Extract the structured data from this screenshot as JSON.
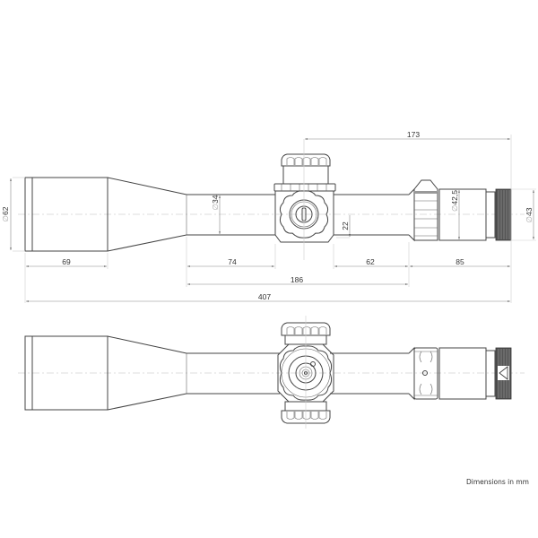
{
  "drawing": {
    "title": "Riflescope dimensional drawing",
    "views": [
      "side-view-top",
      "side-view-bottom"
    ],
    "note": "Dimensions in mm"
  },
  "dimensions": {
    "objective_diameter": "62",
    "tube_diameter": "34",
    "turret_offset": "22",
    "eyepiece_diameter": "42,5",
    "ocular_diameter": "43",
    "objective_length": "69",
    "tube_front_length": "74",
    "tube_rear_length": "62",
    "eyepiece_length": "85",
    "tube_total_length": "186",
    "overall_length": "407",
    "turret_to_end_length": "173"
  },
  "symbols": {
    "diameter": "∅"
  }
}
